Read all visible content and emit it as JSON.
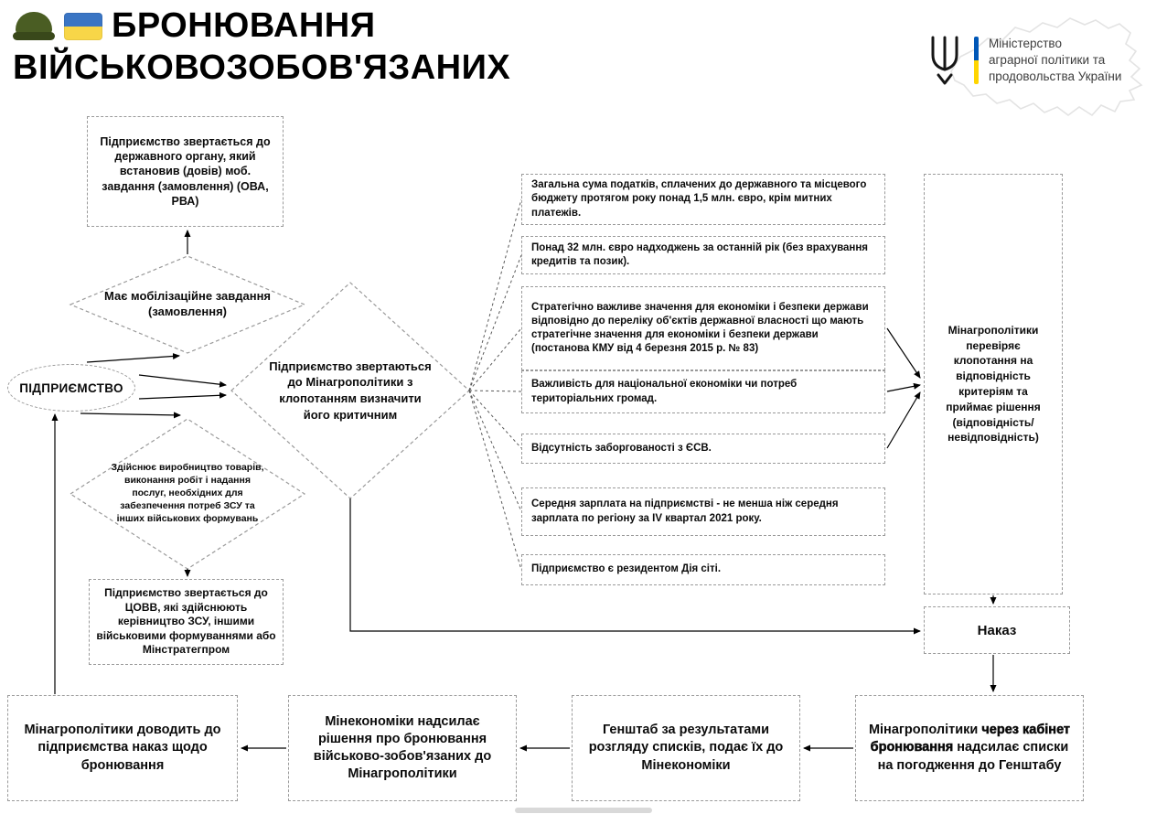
{
  "header": {
    "title_line1": "БРОНЮВАННЯ",
    "title_line2": "ВІЙСЬКОВОЗОБОВ'ЯЗАНИХ"
  },
  "ministry": {
    "line1": "Міністерство",
    "line2": "аграрної політики та",
    "line3": "продовольства України"
  },
  "icons": {
    "helmet": "military-helmet-icon",
    "flag": "ukraine-flag-icon",
    "tryzub": "ukraine-trident-icon",
    "map": "ukraine-map-outline"
  },
  "colors": {
    "flag_blue": "#0057B7",
    "flag_yellow": "#FFD500",
    "helmet_green": "#4A5D23",
    "dashed_border": "#9A9A9A"
  },
  "flow": {
    "enterprise": "ПІДПРИЄМСТВО",
    "top_rect": "Підприємство звертається до державного органу, який встановив (довів) моб. завдання (замовлення) (ОВА, РВА)",
    "diamond_mob": "Має мобілізаційне завдання (замовлення)",
    "diamond_production": "Здійснює виробництво товарів, виконання робіт і надання послуг, необхідних для забезпечення потреб ЗСУ та інших військових формувань",
    "covv_rect": "Підприємство звертається до ЦОВВ, які здійснюють керівництво ЗСУ, іншими військовими формуваннями або Мінстратегпром",
    "center_diamond": "Підприємство звертаються до Мінагрополітики з клопотанням визначити його критичним",
    "criteria": [
      "Загальна сума податків, сплачених до державного та місцевого бюджету протягом року понад 1,5 млн. євро, крім митних платежів.",
      "Понад 32 млн. євро надходжень за останній рік (без врахування кредитів та позик).",
      "Стратегічно важливе значення для економіки і безпеки держави відповідно до переліку об'єктів державної власності що мають стратегічне значення для економіки і безпеки держави (постанова КМУ від 4 березня 2015 р. № 83)",
      "Важливість для національної економіки чи потреб територіальних громад.",
      "Відсутність заборгованості з ЄСВ.",
      "Середня зарплата на підприємстві - не менша ніж середня зарплата по регіону за IV квартал 2021 року.",
      "Підприємство є резидентом Дія сіті."
    ],
    "review_box": "Мінагрополітики перевіряє клопотання на відповідність критеріям та приймає рішення (відповідність/ невідповідність)",
    "order_box": "Наказ",
    "bottom_row": {
      "minagro_send": {
        "prefix": "Мінагрополітики ",
        "bold": "через кабінет бронювання",
        "suffix": " надсилає списки на погодження до Генштабу"
      },
      "genshtab": "Генштаб за результатами розгляду списків, подає їх до Мінекономіки",
      "minekonomiky": "Мінекономіки надсилає рішення про бронювання військово-зобов'язаних до Мінагрополітики",
      "minagro_final": "Мінагрополітики доводить до підприємства наказ щодо бронювання"
    }
  }
}
